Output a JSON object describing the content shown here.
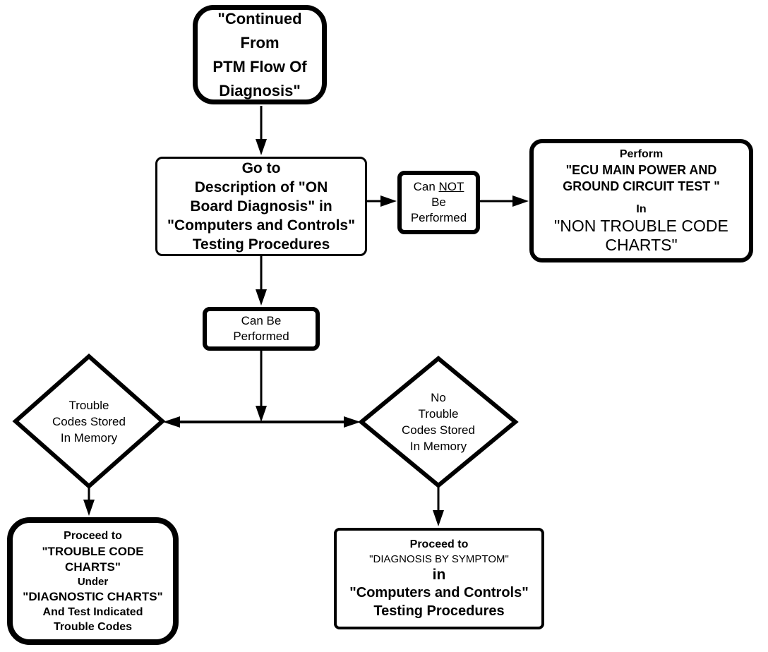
{
  "colors": {
    "foreground": "#000000",
    "background": "#ffffff"
  },
  "diagram": {
    "type": "flowchart",
    "nodes": {
      "continued": {
        "shape": "rounded-rect",
        "lines": [
          "\"Continued From",
          "PTM Flow Of",
          "Diagnosis\""
        ]
      },
      "goto": {
        "shape": "rounded-rect",
        "lines": [
          "Go to",
          "Description of \"ON",
          "Board Diagnosis\" in",
          "\"Computers and Controls\"",
          "Testing Procedures"
        ]
      },
      "cannot": {
        "shape": "rounded-rect",
        "can_prefix": "Can ",
        "not_word": "NOT",
        "lines": [
          "Be",
          "Performed"
        ]
      },
      "ecu": {
        "shape": "rounded-rect",
        "lines": [
          "Perform",
          "\"ECU MAIN POWER AND",
          "GROUND CIRCUIT  TEST \"",
          "In",
          "\"NON TROUBLE CODE",
          "CHARTS\""
        ]
      },
      "canbe": {
        "shape": "rounded-rect",
        "lines": [
          "Can Be",
          "Performed"
        ]
      },
      "diamond_left": {
        "shape": "diamond",
        "lines": [
          "Trouble",
          "Codes Stored",
          "In Memory"
        ]
      },
      "diamond_right": {
        "shape": "diamond",
        "lines": [
          "No",
          "Trouble",
          "Codes Stored",
          "In Memory"
        ]
      },
      "proceed_trouble": {
        "shape": "rounded-rect",
        "lines": [
          "Proceed to",
          "\"TROUBLE CODE",
          "CHARTS\"",
          "Under",
          "\"DIAGNOSTIC CHARTS\"",
          "And Test Indicated",
          "Trouble Codes"
        ]
      },
      "proceed_symptom": {
        "shape": "rect",
        "lines": [
          "Proceed to",
          "\"DIAGNOSIS BY SYMPTOM\"",
          "in",
          "\"Computers and Controls\"",
          "Testing Procedures"
        ]
      }
    },
    "edges": [
      "continued -> goto",
      "goto -> cannot",
      "cannot -> ecu",
      "goto -> canbe",
      "canbe -> junction",
      "junction -> diamond_left",
      "junction -> diamond_right",
      "diamond_left -> proceed_trouble",
      "diamond_right -> proceed_symptom"
    ]
  }
}
